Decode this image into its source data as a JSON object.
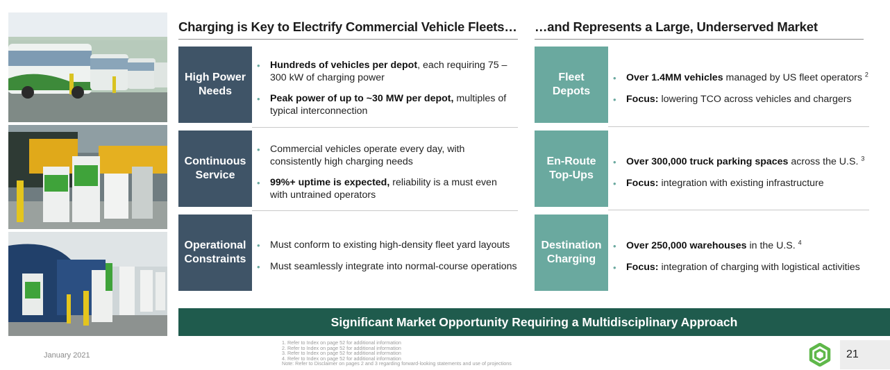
{
  "left_section": {
    "title": "Charging is Key to Electrify Commercial Vehicle Fleets…",
    "rows": [
      {
        "label": "High Power Needs",
        "bullets": [
          {
            "bold": "Hundreds of vehicles per depot",
            "text": ", each requiring 75 – 300 kW of charging power"
          },
          {
            "bold": "Peak power of up to ~30 MW per depot,",
            "text": " multiples of typical interconnection"
          }
        ]
      },
      {
        "label": "Continuous Service",
        "bullets": [
          {
            "bold": "",
            "text": "Commercial vehicles operate every day, with consistently high charging needs"
          },
          {
            "bold": "99%+ uptime is expected,",
            "text": " reliability is a must even with untrained operators"
          }
        ]
      },
      {
        "label": "Operational Constraints",
        "bullets": [
          {
            "bold": "",
            "text": "Must conform to existing high-density fleet yard layouts"
          },
          {
            "bold": "",
            "text": "Must seamlessly integrate into normal-course operations"
          }
        ]
      }
    ]
  },
  "right_section": {
    "title": "…and Represents a Large, Underserved Market",
    "rows": [
      {
        "label": "Fleet Depots",
        "bullets": [
          {
            "bold": "Over 1.4MM vehicles",
            "text": " managed by US fleet operators ",
            "sup": "2"
          },
          {
            "bold": "Focus:",
            "text": " lowering TCO across vehicles and chargers"
          }
        ]
      },
      {
        "label": "En-Route Top-Ups",
        "bullets": [
          {
            "bold": "Over 300,000 truck parking spaces",
            "text": " across the U.S. ",
            "sup": "3"
          },
          {
            "bold": "Focus:",
            "text": " integration with existing infrastructure"
          }
        ]
      },
      {
        "label": "Destination Charging",
        "bullets": [
          {
            "bold": "Over 250,000 warehouses",
            "text": " in the U.S. ",
            "sup": "4"
          },
          {
            "bold": "Focus:",
            "text": " integration of charging with logistical activities"
          }
        ]
      }
    ]
  },
  "banner": "Significant Market Opportunity Requiring a Multidisciplinary Approach",
  "footer": {
    "date": "January 2021",
    "page_number": "21",
    "notes": [
      "1.   Refer to Index on page 52 for additional information",
      "2.   Refer to Index on page 52 for additional information",
      "3.   Refer to Index on page 52 for additional information",
      "4.   Refer to Index on page 52 for additional information",
      "Note: Refer to Disclaimer on pages 2 and 3 regarding forward-looking statements and use of projections"
    ]
  },
  "colors": {
    "dark_box": "#3f5467",
    "teal_box": "#6aa99f",
    "banner": "#1f5b4d",
    "logo_green": "#5fb84a"
  },
  "icons": [
    "logo-icon"
  ]
}
